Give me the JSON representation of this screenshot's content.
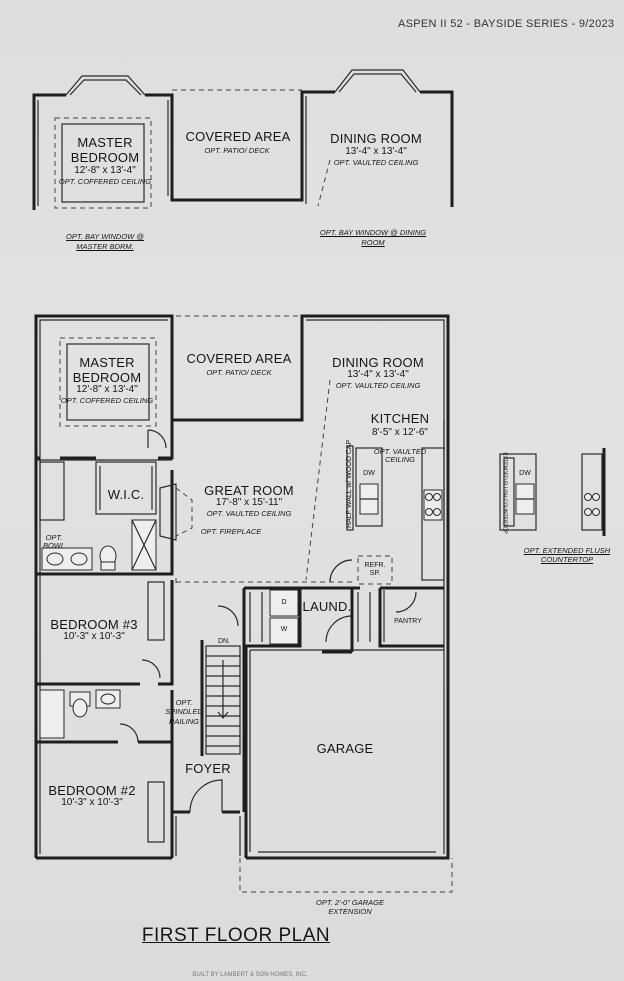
{
  "header": "ASPEN II 52 - BAYSIDE SERIES - 9/2023",
  "title": "FIRST FLOOR PLAN",
  "alt_plan": {
    "master_name": "MASTER BEDROOM",
    "master_dim": "12'-8\" x 13'-4\"",
    "master_opt": "OPT. COFFERED CEILING",
    "covered_name": "COVERED AREA",
    "covered_opt": "OPT. PATIO/ DECK",
    "dining_name": "DINING ROOM",
    "dining_dim": "13'-4\" x 13'-4\"",
    "dining_opt": "OPT. VAULTED CEILING",
    "bay_master": "OPT. BAY WINDOW @ MASTER BDRM.",
    "bay_dining": "OPT. BAY WINDOW @ DINING ROOM"
  },
  "rooms": {
    "master_name": "MASTER BEDROOM",
    "master_dim": "12'-8\" x 13'-4\"",
    "master_opt": "OPT. COFFERED CEILING",
    "covered_name": "COVERED AREA",
    "covered_opt": "OPT. PATIO/ DECK",
    "dining_name": "DINING ROOM",
    "dining_dim": "13'-4\" x 13'-4\"",
    "dining_opt": "OPT. VAULTED CEILING",
    "kitchen_name": "KITCHEN",
    "kitchen_dim": "8'-5\" x 12'-6\"",
    "kitchen_opt": "OPT. VAULTED CEILING",
    "half_wall": "HALF WALL w/ WOOD CAP",
    "wic": "W.I.C.",
    "great_name": "GREAT ROOM",
    "great_dim": "17'-8\" x 15'-11\"",
    "great_opt": "OPT. VAULTED CEILING",
    "fireplace": "OPT. FIREPLACE",
    "opt_bowl": "OPT. BOWL",
    "bed3_name": "BEDROOM #3",
    "bed3_dim": "10'-3\" x 10'-3\"",
    "laund": "LAUND.",
    "pantry": "PANTRY",
    "refr": "REFR. SP.",
    "dn": "DN.",
    "railing": "OPT. SPINDLED RAILING",
    "garage": "GARAGE",
    "foyer": "FOYER",
    "bed2_name": "BEDROOM #2",
    "bed2_dim": "10'-3\" x 10'-3\"",
    "garage_ext": "OPT. 2'-0\" GARAGE EXTENSION",
    "dw": "DW",
    "d": "D",
    "w": "W"
  },
  "countertop": {
    "label": "OPT. EXTENDED FLUSH COUNTERTOP",
    "note": "EXTENDED FLUSH COUNTERTOP",
    "dw": "DW"
  },
  "footer_blur": "BUILT BY LAMBERT & SON HOMES, INC."
}
